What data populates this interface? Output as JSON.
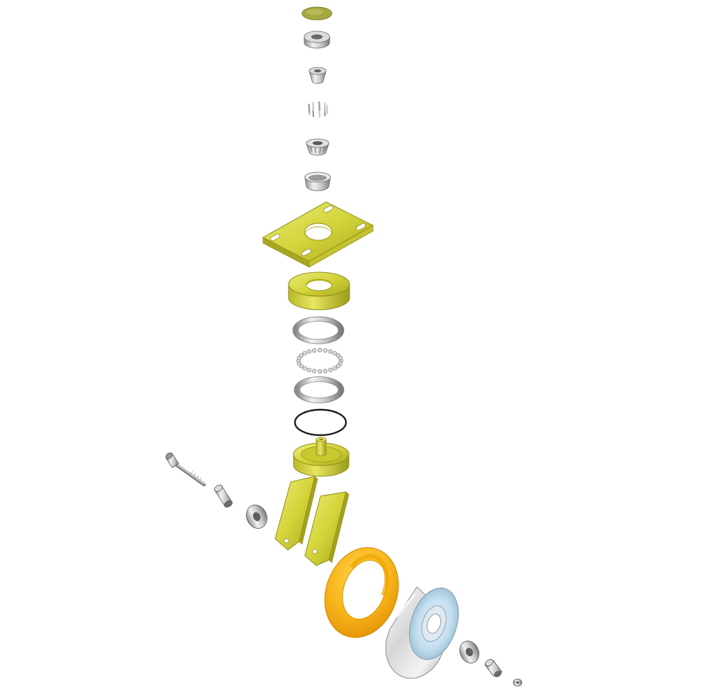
{
  "colors": {
    "background": "#ffffff",
    "zinc_yellow": "#d4d43a",
    "zinc_yellow_dark": "#a9a820",
    "zinc_yellow_light": "#ecec7a",
    "steel": "#c8c8c8",
    "steel_dark": "#8a8a8a",
    "steel_light": "#f2f2f2",
    "wheel_orange": "#f8b51c",
    "wheel_orange_light": "#ffd54a",
    "wheel_orange_dark": "#e08f00",
    "hub_chrome": "#e6e6e6",
    "hub_chrome_dark": "#9a9a9a",
    "hub_glass": "#b8dcf0",
    "olive_disc": "#a6a844",
    "seal_black": "#1e1e1e"
  },
  "parts": [
    {
      "id": "dust-cap",
      "kind": "disc",
      "finish": "olive"
    },
    {
      "id": "top-nut",
      "kind": "ring",
      "finish": "steel"
    },
    {
      "id": "bearing-cone-upper",
      "kind": "cone",
      "finish": "steel"
    },
    {
      "id": "roller-cage",
      "kind": "rollers",
      "finish": "steel"
    },
    {
      "id": "bearing-cone-lower",
      "kind": "cage",
      "finish": "steel"
    },
    {
      "id": "bearing-cup",
      "kind": "cup",
      "finish": "steel"
    },
    {
      "id": "top-plate",
      "kind": "plate",
      "finish": "zinc"
    },
    {
      "id": "swivel-raceway",
      "kind": "thick-ring",
      "finish": "zinc"
    },
    {
      "id": "thrust-washer-upper",
      "kind": "flat-ring",
      "finish": "steel"
    },
    {
      "id": "ball-set",
      "kind": "balls",
      "finish": "steel"
    },
    {
      "id": "thrust-washer-lower",
      "kind": "flat-ring",
      "finish": "steel"
    },
    {
      "id": "seal-ring",
      "kind": "o-ring",
      "finish": "black"
    },
    {
      "id": "swivel-base",
      "kind": "hub-plate",
      "finish": "zinc"
    },
    {
      "id": "axle-bolt",
      "kind": "bolt",
      "finish": "steel"
    },
    {
      "id": "spacer-bushing-left",
      "kind": "bushing",
      "finish": "steel"
    },
    {
      "id": "spacer-washer-left",
      "kind": "washer",
      "finish": "steel"
    },
    {
      "id": "fork-leg-left",
      "kind": "leg",
      "finish": "zinc"
    },
    {
      "id": "fork-leg-right",
      "kind": "leg",
      "finish": "zinc"
    },
    {
      "id": "wheel-tread",
      "kind": "torus",
      "finish": "orange"
    },
    {
      "id": "wheel-hub",
      "kind": "hub",
      "finish": "chrome"
    },
    {
      "id": "spacer-washer-right",
      "kind": "washer",
      "finish": "steel"
    },
    {
      "id": "spacer-bushing-right",
      "kind": "bushing",
      "finish": "steel"
    },
    {
      "id": "axle-nut",
      "kind": "nut",
      "finish": "steel"
    }
  ]
}
